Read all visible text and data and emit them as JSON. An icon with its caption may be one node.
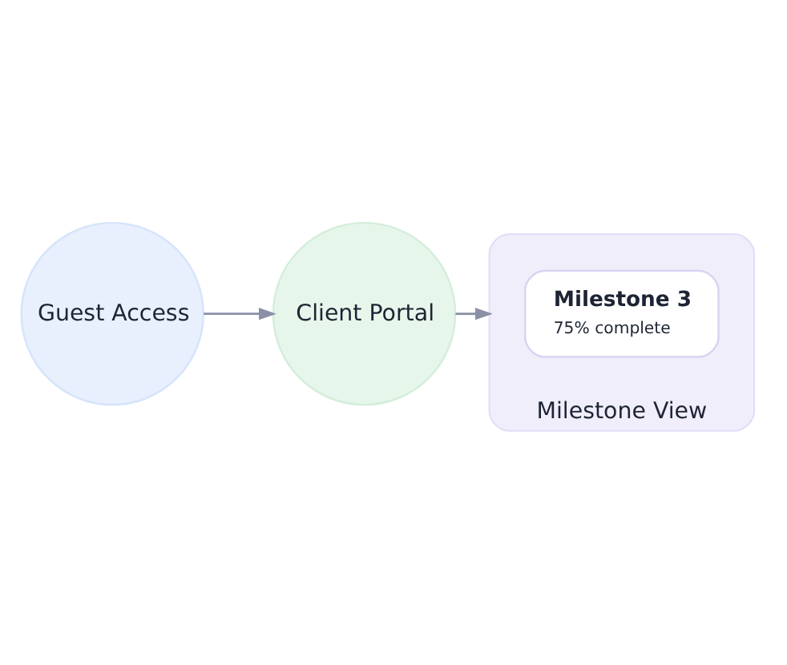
{
  "diagram": {
    "nodes": [
      {
        "text": [
          "Guest Access"
        ]
      },
      {
        "text": [
          "Client Portal"
        ]
      },
      {
        "text": [
          "Milestone View"
        ]
      },
      {
        "text": [
          "Milestone 3",
          "75% complete"
        ],
        "in": 2
      }
    ],
    "edges": [
      {
        "from": 0,
        "to": 1,
        "arrow": "to"
      },
      {
        "from": 1,
        "to": 2,
        "arrow": "to"
      }
    ]
  }
}
